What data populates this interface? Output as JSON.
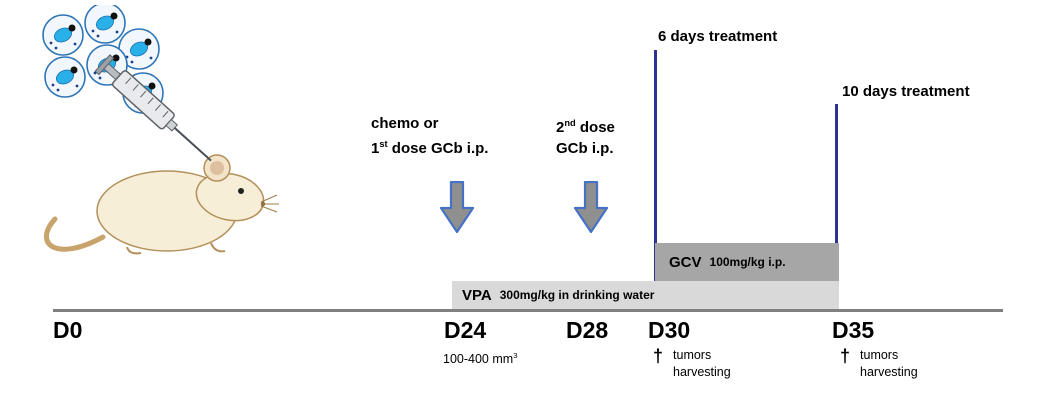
{
  "annotations": {
    "treatment_6": "6 days treatment",
    "treatment_10": "10 days treatment",
    "chemo": {
      "line1": "chemo or",
      "dose_num": "1",
      "dose_sup": "st",
      "dose_rest": " dose GCb i.p."
    },
    "second_dose": {
      "dose_num": "2",
      "dose_sup": "nd",
      "dose_rest": " dose",
      "line2": "GCb i.p."
    }
  },
  "bars": {
    "gcv": {
      "name": "GCV",
      "detail": "100mg/kg  i.p."
    },
    "vpa": {
      "name": "VPA",
      "detail": "300mg/kg  in drinking water"
    }
  },
  "timeline": {
    "days": [
      "D0",
      "D24",
      "D28",
      "D30",
      "D35"
    ],
    "volume_note": {
      "text": "100-400 mm",
      "sup": "3"
    },
    "harvest": {
      "dagger": "†",
      "line1": "tumors",
      "line2": "harvesting"
    }
  },
  "icons": {
    "cells": "tumor-cells-icon",
    "syringe": "syringe-icon",
    "mouse": "mouse-icon",
    "arrow_down": "down-arrow-icon"
  },
  "colors": {
    "marker_line": "#2d3191",
    "timeline_line": "#808080",
    "arrow_fill": "#8f8f8f",
    "arrow_stroke": "#4472c4",
    "vpa_bar": "#d9d9d9",
    "gcv_bar": "#a6a6a6"
  }
}
